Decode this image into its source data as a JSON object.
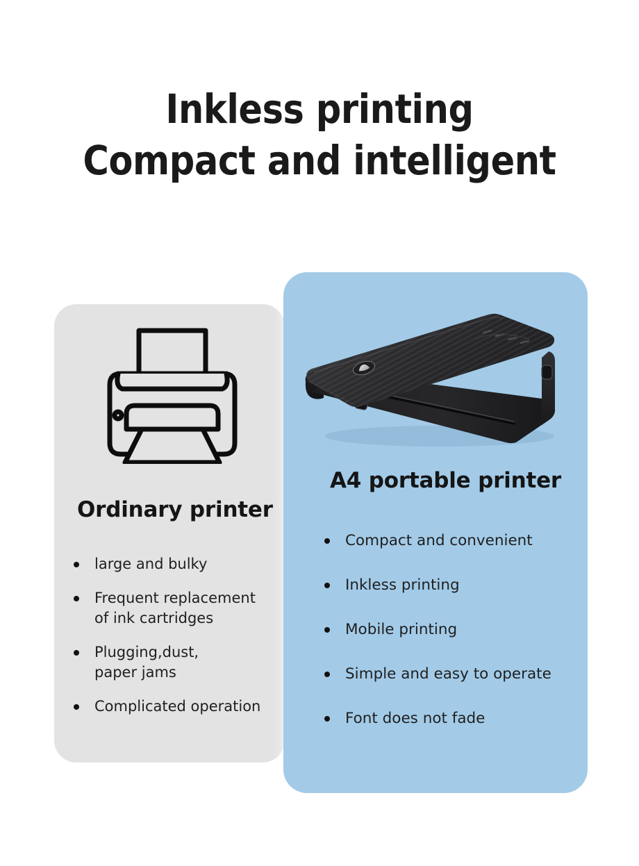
{
  "headline": {
    "line1": "Inkless printing",
    "line2": "Compact and intelligent"
  },
  "colors": {
    "page_background": "#ffffff",
    "ordinary_card": "#e3e3e3",
    "portable_card": "#a3cbe8",
    "heading_text": "#1a1a1a",
    "body_text": "#1f1f1f",
    "bullet_dot": "#111111",
    "device_body": "#1b1b1d",
    "device_top": "#2a2a2c"
  },
  "cards": [
    {
      "id": "ordinary",
      "heading": "Ordinary printer",
      "icon": "printer-line-icon",
      "bullets": [
        "large and bulky",
        "Frequent replacement\nof ink cartridges",
        "Plugging,dust,\npaper jams",
        "Complicated operation"
      ]
    },
    {
      "id": "portable",
      "heading": "A4 portable printer",
      "icon": "portable-printer-photo",
      "bullets": [
        "Compact and convenient",
        "Inkless printing",
        "Mobile printing",
        "Simple and easy to operate",
        "Font does not fade"
      ]
    }
  ]
}
